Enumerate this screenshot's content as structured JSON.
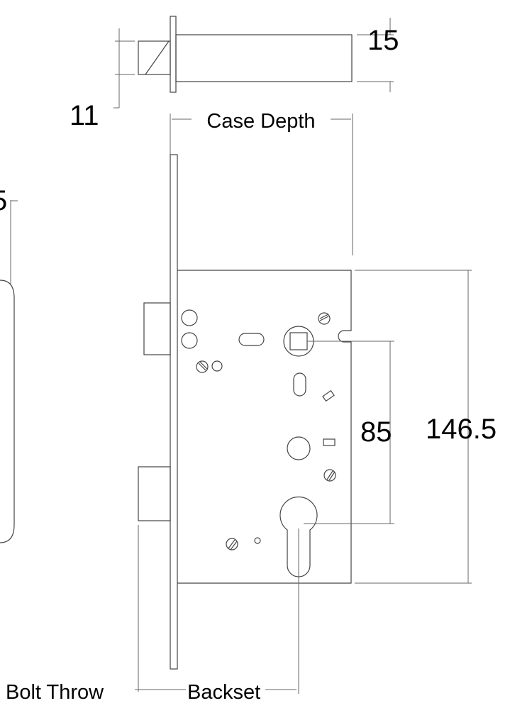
{
  "labels": {
    "spindle_height": "11",
    "spindle_width": "15",
    "case_depth": "Case Depth",
    "center_distance": "85",
    "case_height": "146.5",
    "bolt_throw": "Bolt Throw",
    "backset": "Backset",
    "left_partial_dimension": "5"
  }
}
